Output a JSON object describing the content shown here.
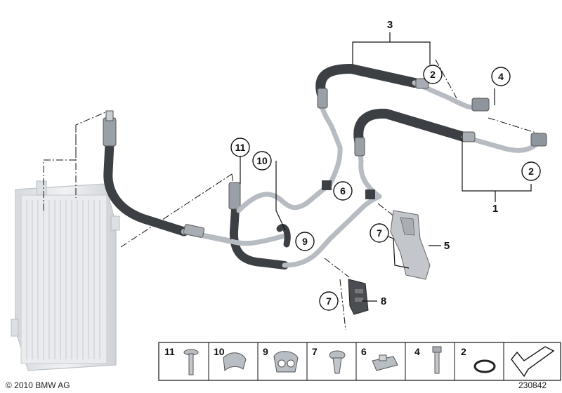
{
  "callouts": {
    "c1": "1",
    "c2a": "2",
    "c2b": "2",
    "c3": "3",
    "c4": "4",
    "c5": "5",
    "c6": "6",
    "c7a": "7",
    "c7b": "7",
    "c8": "8",
    "c9": "9",
    "c10": "10",
    "c11": "11"
  },
  "legend": {
    "items": [
      {
        "number": "11",
        "icon": "bolt-icon"
      },
      {
        "number": "10",
        "icon": "hose-clip-icon"
      },
      {
        "number": "9",
        "icon": "double-clip-icon"
      },
      {
        "number": "7",
        "icon": "expanding-rivet-icon"
      },
      {
        "number": "6",
        "icon": "spring-nut-icon"
      },
      {
        "number": "4",
        "icon": "screw-icon"
      },
      {
        "number": "2",
        "icon": "o-ring-icon"
      },
      {
        "number": "",
        "icon": "direction-arrow-icon"
      }
    ]
  },
  "footer": {
    "copyright": "© 2010 BMW AG",
    "diagram_id": "230842"
  },
  "colors": {
    "hose": "#3c3f44",
    "pipe": "#b7bcc2",
    "radiator": "#e3e5e8",
    "line": "#111111"
  }
}
